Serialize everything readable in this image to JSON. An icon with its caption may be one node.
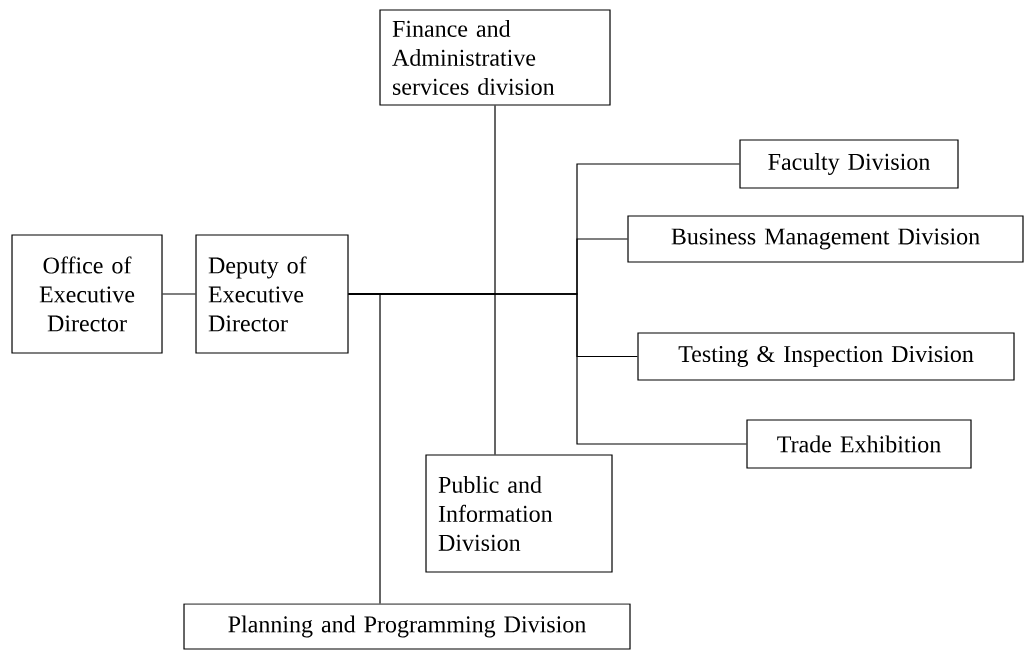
{
  "diagram": {
    "nodes": [
      {
        "text": [
          "Finance and Administrative services division"
        ]
      },
      {
        "text": [
          "Faculty Division"
        ]
      },
      {
        "text": [
          "Office of Executive Director"
        ]
      },
      {
        "text": [
          "Deputy of Executive Director"
        ]
      },
      {
        "text": [
          "Business Management Division"
        ]
      },
      {
        "text": [
          "Testing & Inspection Division"
        ]
      },
      {
        "text": [
          "Trade Exhibition"
        ]
      },
      {
        "text": [
          "Public and Information Division"
        ]
      },
      {
        "text": [
          "Planning and Programming Division"
        ]
      }
    ],
    "edges": [
      {
        "from": 2,
        "to": 3,
        "arrow": "none"
      },
      {
        "from": 3,
        "to": 0,
        "arrow": "none"
      },
      {
        "from": 3,
        "to": 7,
        "arrow": "none"
      },
      {
        "from": 3,
        "to": 8,
        "arrow": "none"
      },
      {
        "from": 3,
        "to": 1,
        "arrow": "none"
      },
      {
        "from": 3,
        "to": 4,
        "arrow": "none"
      },
      {
        "from": 3,
        "to": 5,
        "arrow": "none"
      },
      {
        "from": 3,
        "to": 6,
        "arrow": "none"
      }
    ]
  }
}
